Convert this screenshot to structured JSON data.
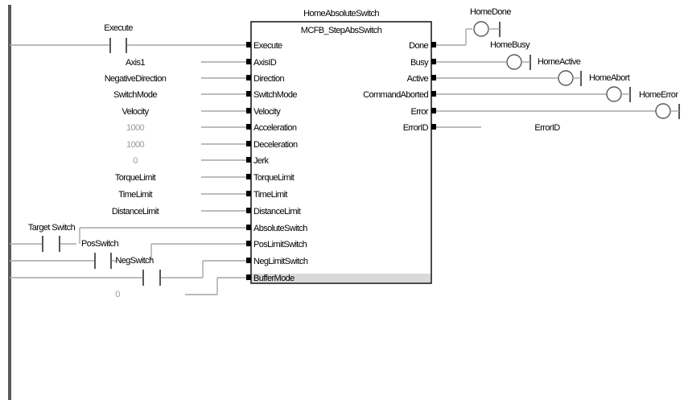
{
  "block": {
    "instance": "HomeAbsoluteSwitch",
    "type": "MCFB_StepAbsSwitch",
    "inputs": [
      "Execute",
      "AxisID",
      "Direction",
      "SwitchMode",
      "Velocity",
      "Acceleration",
      "Deceleration",
      "Jerk",
      "TorqueLimit",
      "TimeLimit",
      "DistanceLimit",
      "AbsoluteSwitch",
      "PosLimitSwitch",
      "NegLimitSwitch",
      "BufferMode"
    ],
    "outputs": [
      "Done",
      "Busy",
      "Active",
      "CommandAborted",
      "Error",
      "ErrorID"
    ]
  },
  "input_values": [
    "Execute",
    "Axis1",
    "NegativeDirection",
    "SwitchMode",
    "Velocity",
    "1000",
    "1000",
    "0",
    "TorqueLimit",
    "TimeLimit",
    "DistanceLimit",
    "Target Switch",
    "PosSwitch",
    "NegSwitch",
    "0"
  ],
  "output_variables": [
    "HomeDone",
    "HomeBusy",
    "HomeActive",
    "HomeAbort",
    "HomeError",
    "ErrorID"
  ]
}
